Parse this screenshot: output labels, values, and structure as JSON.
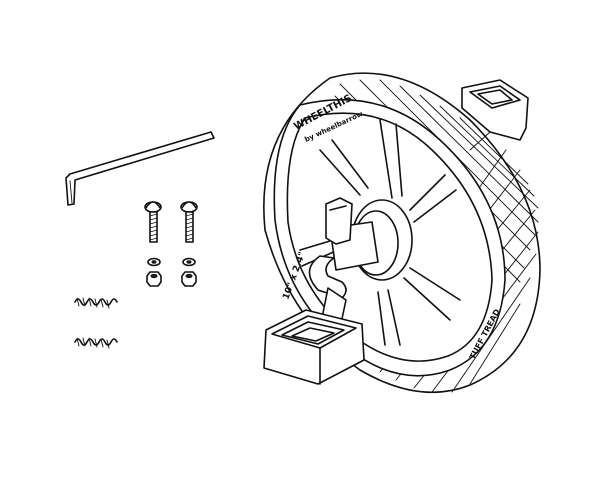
{
  "diagram": {
    "parts": [
      {
        "name": "hex-key",
        "label": ""
      },
      {
        "name": "bolt",
        "label": ""
      },
      {
        "name": "nut",
        "label": ""
      },
      {
        "name": "spring",
        "label": ""
      },
      {
        "name": "wheel",
        "label": ""
      }
    ],
    "rim_brand_text": "WHEELTHIS",
    "rim_sub_text": "by wheelbarrow",
    "rim_size_text": "10\" x 2.4\"",
    "rim_lower_text": "TUFF TREAD"
  }
}
